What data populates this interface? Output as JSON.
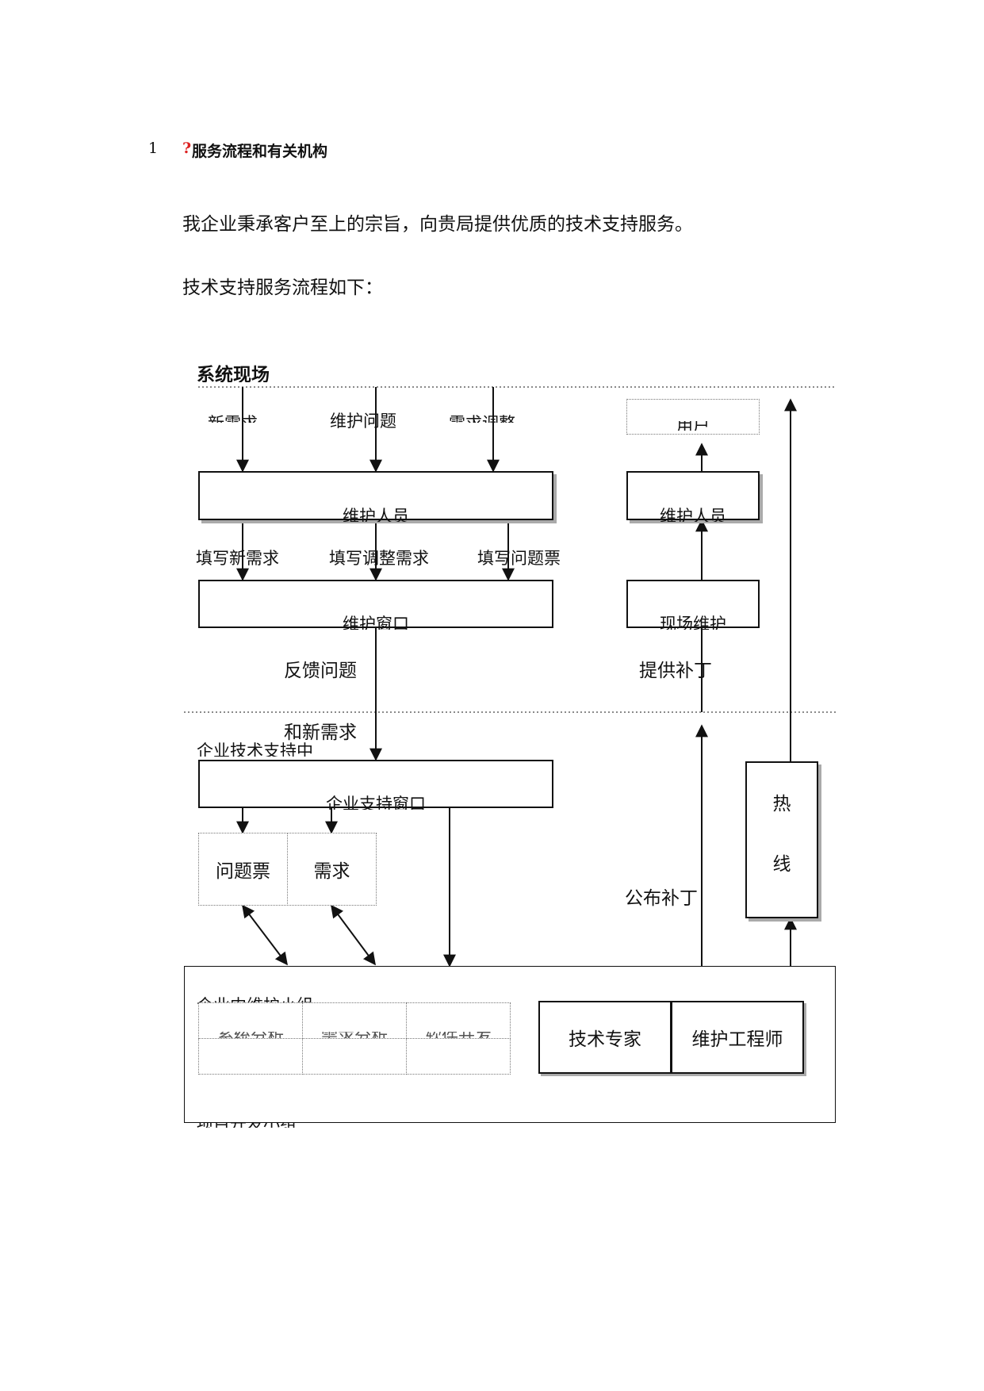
{
  "heading": {
    "number": "1",
    "mark": "?",
    "title": "服务流程和有关机构"
  },
  "paragraphs": {
    "intro": "我企业秉承客户至上的宗旨，向贵局提供优质的技术支持服务。",
    "flow_intro": "技术支持服务流程如下："
  },
  "diagram": {
    "zone_site": "系统现场",
    "zone_center": "企业技术支持中",
    "zone_bottom": "项目开发小组",
    "inputs": {
      "left": "新需求",
      "middle": "维护问题",
      "right": "需求调整"
    },
    "maintainer_left": "维护人员",
    "maintainer_right": "维护人员",
    "fill": {
      "left": "填写新需求",
      "middle": "填写调整需求",
      "right": "填写问题票"
    },
    "window": "维护窗口",
    "onsite": "现场维护",
    "top_right_box": "用户",
    "feedback_1": "反馈问题",
    "feedback_2": "和新需求",
    "provide_patch": "提供补丁",
    "support_window": "企业支持窗口",
    "ticket": "问题票",
    "demand": "需求",
    "publish_patch": "公布补丁",
    "hotline_1": "热",
    "hotline_2": "线",
    "maintenance_group": "企业内维护小组",
    "grid_cells": [
      "系统分析",
      "需求分析",
      "软件开发",
      "",
      "",
      ""
    ],
    "expert": "技术专家",
    "engineer": "维护工程师"
  }
}
